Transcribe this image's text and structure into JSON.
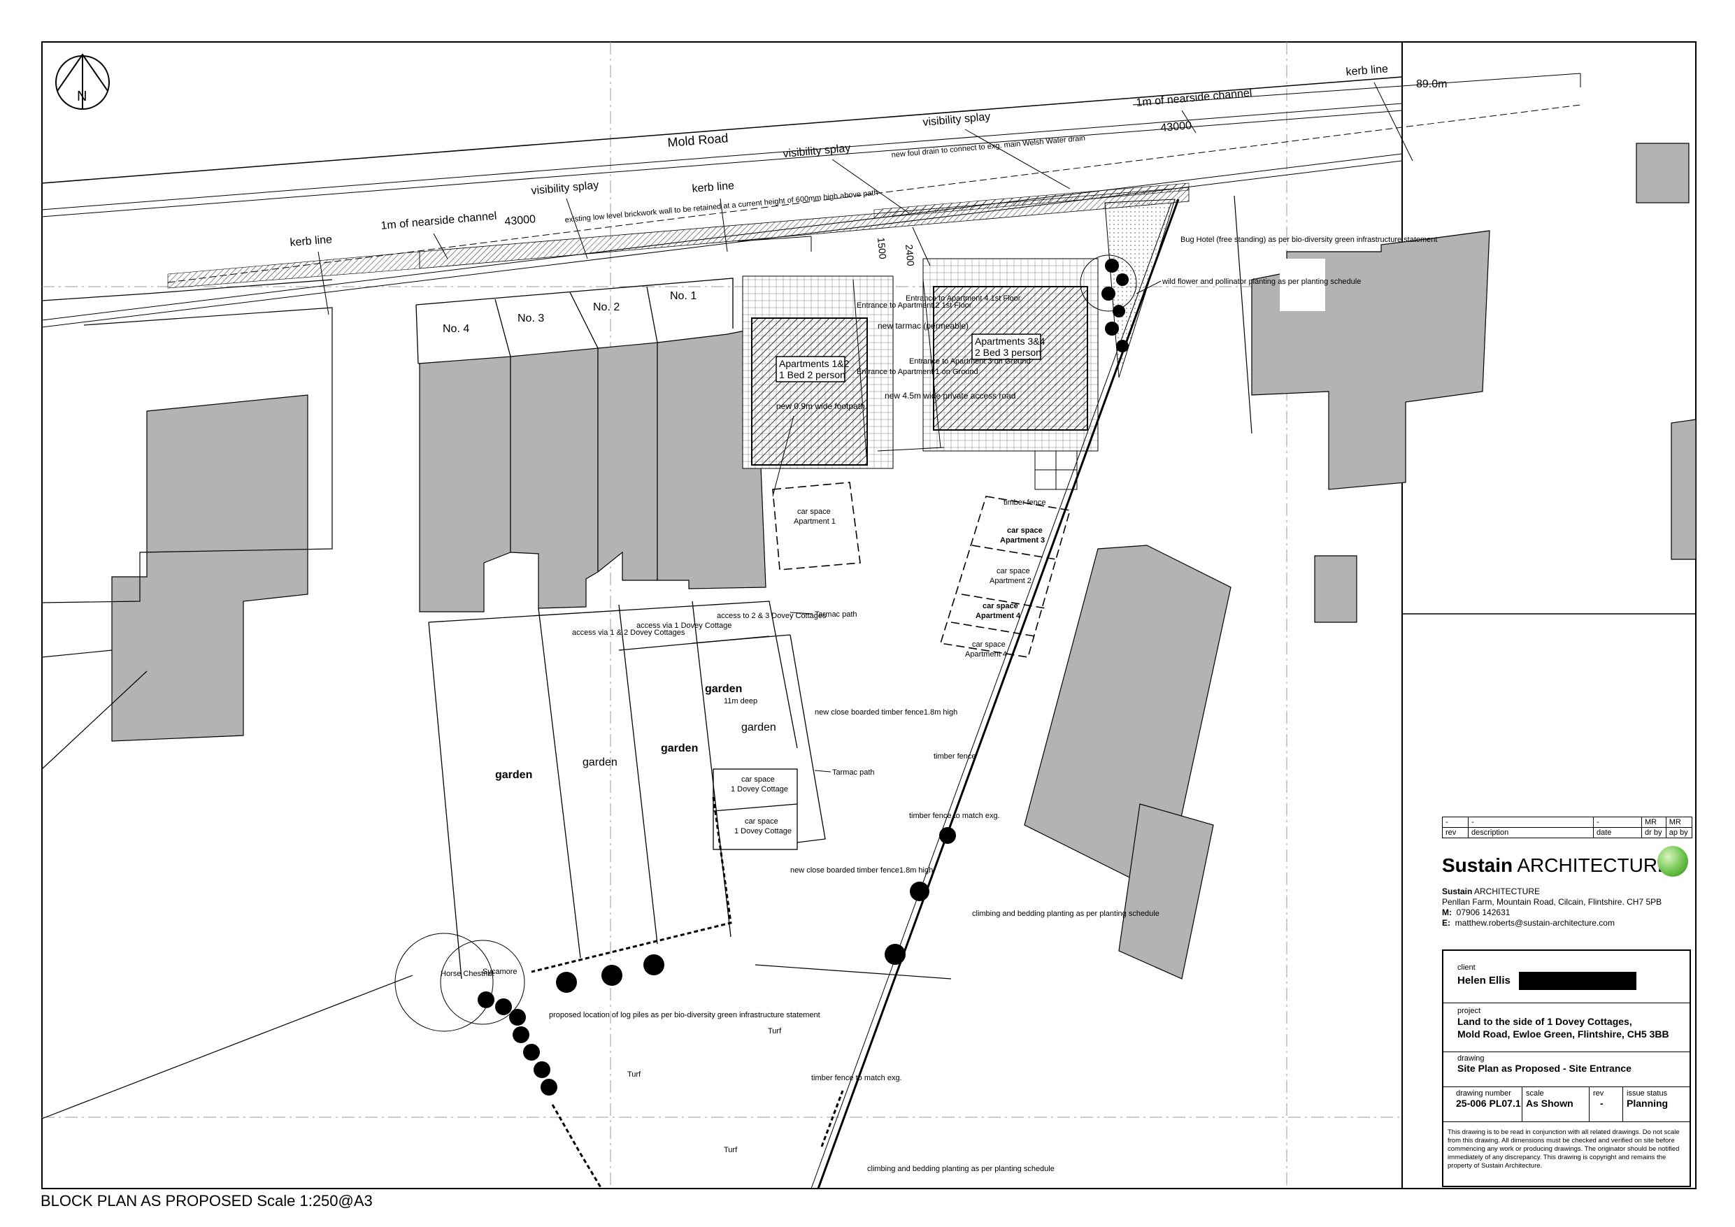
{
  "north": "N",
  "road": {
    "name": "Mold Road",
    "level": "89.0m"
  },
  "labels": {
    "kerb_line": "kerb line",
    "nearside": "1m of nearside channel",
    "splay_dist": "43000",
    "visibility_splay": "visibility splay",
    "drain": "new foul drain to connect to exg. main Welsh Water drain",
    "wall": "existing low level brickwork wall to be retained at a current height of 600mm high above path",
    "dim_2400": "2400",
    "dim_1500": "1500",
    "bug_hotel": "Bug Hotel (free standing) as per bio-diversity green infrastructure statement",
    "wild_flower": "wild flower and pollinator planting as per planting schedule",
    "new_tarmac": "new tarmac (permeable)",
    "access_road": "new 4.5m wide private access road",
    "footpath": "new 0.9m wide footpath",
    "entrance_1": "Entrance to Apartment 1 on Ground",
    "entrance_2": "Entrance to Apartment 2 1st Floor",
    "entrance_3": "Entrance to Apartment 3 on Ground",
    "entrance_4": "Entrance to Apartment 4 1st Floor",
    "timber_fence": "timber fence",
    "tarmac_path": "Tarmac path",
    "close_boarded": "new close boarded timber fence1.8m high",
    "timber_fence_match": "timber fence to match exg.",
    "climbing": "climbing and bedding planting as per planting schedule",
    "log_piles": "proposed location of log piles as per bio-diversity green infrastructure statement",
    "horse_chestnut": "Horse Chestnut",
    "sycamore": "Sycamore",
    "turf": "Turf",
    "garden": "garden",
    "garden_deep": "11m deep",
    "access_12": "access via 1 & 2 Dovey Cottages",
    "access_1": "access via 1 Dovey Cottage",
    "access_23": "access to 2 & 3 Dovey Cottages"
  },
  "houses": [
    "No. 4",
    "No. 3",
    "No. 2",
    "No. 1"
  ],
  "apartments": [
    {
      "line1": "Apartments 1&2",
      "line2": "1 Bed 2 person"
    },
    {
      "line1": "Apartments 3&4",
      "line2": "2 Bed 3 person"
    }
  ],
  "car_spaces": {
    "apt1": [
      "car space",
      "Apartment 1"
    ],
    "apt2": [
      "car space",
      "Apartment 2"
    ],
    "apt3": [
      "car space",
      "Apartment 3"
    ],
    "apt4": [
      "car space",
      "Apartment 4"
    ],
    "cottage": [
      "car space",
      "1 Dovey Cottage"
    ]
  },
  "rev_table": {
    "row1": [
      "-",
      "-",
      "-",
      "MR",
      "MR"
    ],
    "row2": [
      "rev",
      "description",
      "date",
      "dr by",
      "ap by"
    ]
  },
  "practice": {
    "brand_bold": "Sustain",
    "brand_rest": " ARCHITECTURE",
    "name_bold": "Sustain",
    "name_rest": " ARCHITECTURE",
    "address": "Penllan Farm, Mountain Road, Cilcain, Flintshire. CH7 5PB",
    "m_label": "M:",
    "mobile": "07906 142631",
    "e_label": "E:",
    "email": "matthew.roberts@sustain-architecture.com"
  },
  "title_block": {
    "client_label": "client",
    "client": "Helen Ellis",
    "project_label": "project",
    "project_1": "Land to the side of 1 Dovey Cottages,",
    "project_2": "Mold Road, Ewloe Green, Flintshire, CH5 3BB",
    "drawing_label": "drawing",
    "drawing": "Site Plan as Proposed -  Site Entrance",
    "number_label": "drawing number",
    "number": "25-006 PL07.1",
    "scale_label": "scale",
    "scale": "As Shown",
    "rev_label": "rev",
    "rev": "-",
    "status_label": "issue status",
    "status": "Planning",
    "disclaimer": "This drawing is to be read in conjunction with all related drawings. Do not scale from this drawing. All dimensions must be checked and verified on site before commencing any work or producing drawings. The originator should be notified immediately of any discrepancy. This drawing is copyright and remains the property of Sustain Architecture."
  },
  "footer": "BLOCK PLAN AS PROPOSED  Scale 1:250@A3",
  "colors": {
    "building_fill": "#b3b3b3",
    "line": "#000000",
    "accent": "#6cc24a"
  }
}
